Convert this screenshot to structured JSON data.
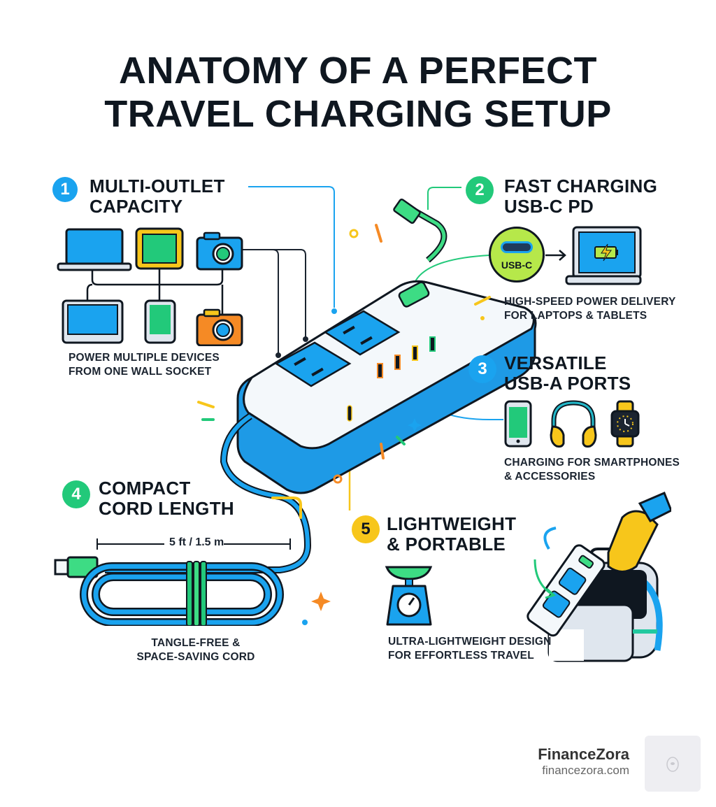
{
  "title": {
    "line1": "ANATOMY OF A PERFECT",
    "line2": "TRAVEL CHARGING SETUP"
  },
  "colors": {
    "blue": "#1aa3ef",
    "green": "#22c97a",
    "yellow": "#f7c61b",
    "orange": "#f58a25",
    "dark": "#0f1720",
    "usb_c_green": "#b6e84a"
  },
  "sections": [
    {
      "number": "1",
      "heading_line1": "MULTI-OUTLET",
      "heading_line2": "CAPACITY",
      "caption_line1": "POWER MULTIPLE DEVICES",
      "caption_line2": "FROM ONE WALL SOCKET",
      "icons": [
        "laptop-icon",
        "tablet-icon",
        "camera-icon",
        "monitor-icon",
        "phone-icon",
        "camera-icon"
      ]
    },
    {
      "number": "2",
      "heading_line1": "FAST CHARGING",
      "heading_line2": "USB-C PD",
      "usb_label": "USB-C",
      "caption_line1": "HIGH-SPEED POWER DELIVERY",
      "caption_line2": "FOR LAPTOPS & TABLETS",
      "icons": [
        "usb-c-port-icon",
        "laptop-battery-icon"
      ]
    },
    {
      "number": "3",
      "heading_line1": "VERSATILE",
      "heading_line2": "USB-A PORTS",
      "caption_line1": "CHARGING FOR SMARTPHONES",
      "caption_line2": "& ACCESSORIES",
      "icons": [
        "smartphone-icon",
        "headphones-icon",
        "smartwatch-icon"
      ]
    },
    {
      "number": "4",
      "heading_line1": "COMPACT",
      "heading_line2": "CORD LENGTH",
      "measure": "5 ft / 1.5 m",
      "caption_line1": "TANGLE-FREE &",
      "caption_line2": "SPACE-SAVING CORD",
      "icons": [
        "coiled-cord-icon"
      ]
    },
    {
      "number": "5",
      "heading_line1": "LIGHTWEIGHT",
      "heading_line2": "& PORTABLE",
      "caption_line1": "ULTRA-LIGHTWEIGHT DESIGN",
      "caption_line2": "FOR EFFORTLESS TRAVEL",
      "icons": [
        "scale-icon",
        "backpack-icon"
      ]
    }
  ],
  "footer": {
    "brand": "FinanceZora",
    "url": "financezora.com"
  }
}
